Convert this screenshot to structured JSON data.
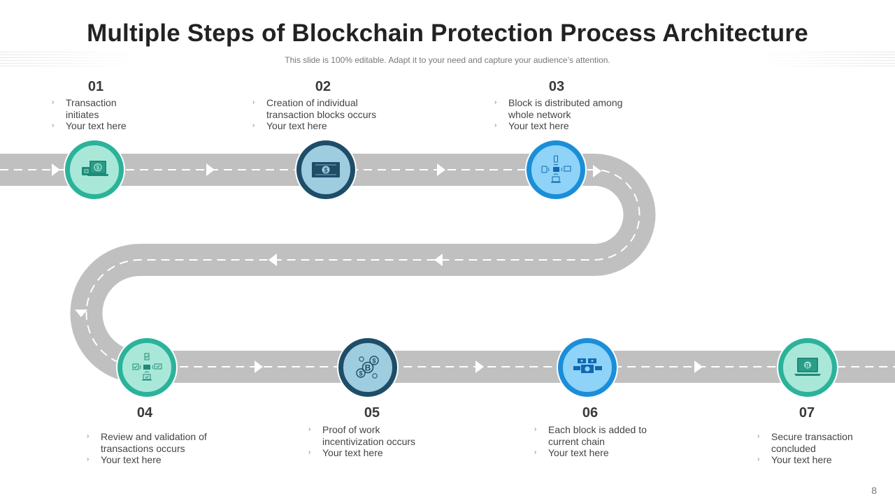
{
  "slide": {
    "title": "Multiple Steps of Blockchain Protection Process Architecture",
    "subtitle": "This slide is 100% editable. Adapt it to your need and capture your audience’s attention.",
    "page_number": "8"
  },
  "colors": {
    "road": "#c0c0c0",
    "road_marking": "#ffffff",
    "teal_ring": "#2bb39a",
    "teal_fill": "#a9e8d8",
    "teal_icon": "#1f8a78",
    "navy_ring": "#1e4d68",
    "navy_fill": "#9ecde0",
    "navy_icon": "#1e4d68",
    "blue_ring": "#1a8ed8",
    "blue_fill": "#8fd3f8",
    "blue_icon": "#1068b0"
  },
  "bullet_marker": "›",
  "steps": [
    {
      "number": "01",
      "icon": "laptop-wallet-dollar-icon",
      "theme": "teal",
      "lines": [
        "Transaction initiates",
        "Your text here"
      ]
    },
    {
      "number": "02",
      "icon": "banknote-dollar-icon",
      "theme": "navy",
      "lines": [
        "Creation of individual transaction blocks occurs",
        "Your text here"
      ]
    },
    {
      "number": "03",
      "icon": "network-distribution-icon",
      "theme": "blue",
      "lines": [
        "Block is distributed among whole network",
        "Your text here"
      ]
    },
    {
      "number": "04",
      "icon": "network-validation-check-icon",
      "theme": "teal",
      "lines": [
        "Review and validation of transactions occurs",
        "Your text here"
      ]
    },
    {
      "number": "05",
      "icon": "bitcoin-coins-icon",
      "theme": "navy",
      "lines": [
        "Proof of work incentivization occurs",
        "Your text here"
      ]
    },
    {
      "number": "06",
      "icon": "stacked-banknotes-icon",
      "theme": "blue",
      "lines": [
        "Each block is added to current chain",
        "Your text here"
      ]
    },
    {
      "number": "07",
      "icon": "laptop-bitcoin-icon",
      "theme": "teal",
      "lines": [
        "Secure transaction concluded",
        "Your text here"
      ]
    }
  ]
}
